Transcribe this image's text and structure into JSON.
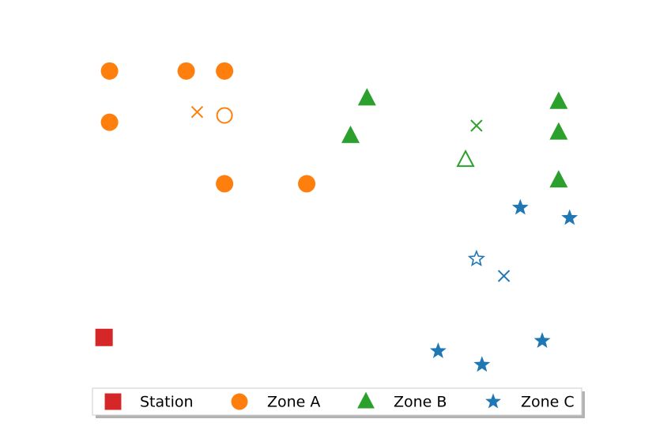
{
  "chart_data": {
    "type": "scatter",
    "title": "",
    "xlabel": "",
    "ylabel": "",
    "axes_visible": false,
    "grid": false,
    "legend_placement": "bottom-center",
    "series": [
      {
        "name": "Station",
        "marker": "square",
        "color": "#d62728",
        "points": [
          [
            0.5,
            1.0
          ]
        ]
      },
      {
        "name": "Zone A",
        "marker": "circle",
        "color": "#ff7f0e",
        "points": [
          [
            0.6,
            8.8
          ],
          [
            2.0,
            8.8
          ],
          [
            2.7,
            8.8
          ],
          [
            0.6,
            7.3
          ],
          [
            2.7,
            5.5
          ],
          [
            4.2,
            5.5
          ]
        ],
        "centroid_marker": {
          "shape": "circle-hollow",
          "point": [
            2.7,
            7.5
          ]
        },
        "mean_marker": {
          "shape": "x",
          "point": [
            2.2,
            7.6
          ]
        }
      },
      {
        "name": "Zone B",
        "marker": "triangle",
        "color": "#2ca02c",
        "points": [
          [
            5.3,
            8.0
          ],
          [
            5.0,
            6.9
          ],
          [
            8.8,
            7.9
          ],
          [
            8.8,
            7.0
          ],
          [
            8.8,
            5.6
          ]
        ],
        "centroid_marker": {
          "shape": "triangle-hollow",
          "point": [
            7.1,
            6.2
          ]
        },
        "mean_marker": {
          "shape": "x",
          "point": [
            7.3,
            7.2
          ]
        }
      },
      {
        "name": "Zone C",
        "marker": "star",
        "color": "#1f77b4",
        "points": [
          [
            8.1,
            4.8
          ],
          [
            9.0,
            4.5
          ],
          [
            6.6,
            0.6
          ],
          [
            7.4,
            0.2
          ],
          [
            8.5,
            0.9
          ]
        ],
        "centroid_marker": {
          "shape": "star-hollow",
          "point": [
            7.3,
            3.3
          ]
        },
        "mean_marker": {
          "shape": "x",
          "point": [
            7.8,
            2.8
          ]
        }
      }
    ]
  },
  "legend": {
    "items": [
      {
        "label": "Station",
        "marker": "square",
        "color": "#d62728"
      },
      {
        "label": "Zone A",
        "marker": "circle",
        "color": "#ff7f0e"
      },
      {
        "label": "Zone B",
        "marker": "triangle",
        "color": "#2ca02c"
      },
      {
        "label": "Zone C",
        "marker": "star",
        "color": "#1f77b4"
      }
    ]
  }
}
